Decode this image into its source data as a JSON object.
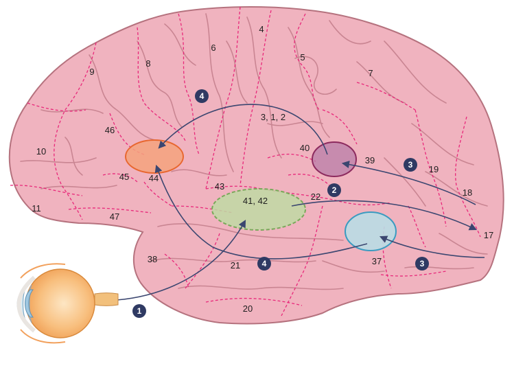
{
  "colors": {
    "brain_fill": "#f0b3bf",
    "brain_outline": "#b5727e",
    "sulcus": "#c98592",
    "boundary": "#e8287a",
    "arrow": "#3b4670",
    "badge": "#2f3a63",
    "broca": "#f4a27c",
    "broca_edge": "#e8672f",
    "auditory": "#bfd9a3",
    "auditory_edge": "#79a85a",
    "angular": "#b97ea8",
    "angular_edge": "#8c2a5e",
    "visual_assoc": "#b9dbe4",
    "visual_assoc_edge": "#3b9bc0",
    "eye_white": "#f4f1ee",
    "eye_iris": "#9fc7e0",
    "eye_orange": "#f6b36a",
    "optic_nerve": "#f2c07c"
  },
  "areas": [
    {
      "label": "4"
    },
    {
      "label": "6"
    },
    {
      "label": "8"
    },
    {
      "label": "9"
    },
    {
      "label": "5"
    },
    {
      "label": "7"
    },
    {
      "label": "3, 1, 2"
    },
    {
      "label": "46"
    },
    {
      "label": "10"
    },
    {
      "label": "45"
    },
    {
      "label": "44"
    },
    {
      "label": "40"
    },
    {
      "label": "39"
    },
    {
      "label": "19"
    },
    {
      "label": "18"
    },
    {
      "label": "17"
    },
    {
      "label": "43"
    },
    {
      "label": "41, 42"
    },
    {
      "label": "22"
    },
    {
      "label": "11"
    },
    {
      "label": "47"
    },
    {
      "label": "38"
    },
    {
      "label": "21"
    },
    {
      "label": "37"
    },
    {
      "label": "20"
    }
  ],
  "steps": [
    {
      "label": "4"
    },
    {
      "label": "3"
    },
    {
      "label": "2"
    },
    {
      "label": "3"
    },
    {
      "label": "4"
    },
    {
      "label": "1"
    }
  ]
}
